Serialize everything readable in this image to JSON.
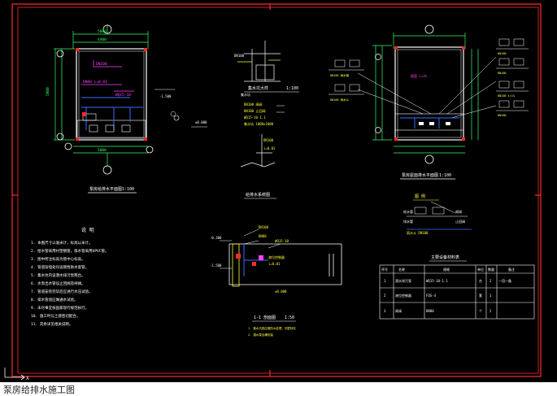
{
  "caption": "泵房给排水施工图",
  "colors": {
    "background": "#000000",
    "frame": "#ff2a2a",
    "lines": "#ffffff",
    "dims": "#33ff66",
    "pipes": "#3a6bff",
    "labels": "#ff40ff",
    "walls": "#ffff33"
  },
  "sheet": {
    "plan_title": "泵房给排水平面图",
    "plan_scale": "1:100",
    "detail_title": "集水坑大样",
    "roof_plan_title": "泵房屋面排水平面图",
    "roof_plan_scale": "1:100",
    "system_title": "给排水系统图",
    "section_title": "1-1 剖面图",
    "section_scale": "1:50",
    "notes_title": "说 明",
    "table_title": "主要设备材料表",
    "legend_title": "图 例"
  },
  "notes": [
    "1. 本图尺寸以毫米计，标高以米计。",
    "2. 给水管采用衬塑钢管，排水管采用UPVC管。",
    "3. 图中所注标高为管中心标高。",
    "4. 管道穿墙处均设刚性防水套管。",
    "5. 集水坑内设潜水排污泵两台。",
    "6. 水泵出水管设止回阀及闸阀。",
    "7. 管道安装完毕后应进行水压试验。",
    "8. 排水管道应做通水试验。",
    "9. 未尽事宜按国家现行规范执行。",
    "10. 施工时与土建密切配合。",
    "11. 其余详见相关说明。"
  ],
  "table": {
    "headers": [
      "序号",
      "名称",
      "规格",
      "单位",
      "数量",
      "备注"
    ],
    "rows": [
      [
        "1",
        "潜水排污泵",
        "WQ15-10-1.1",
        "台",
        "2",
        "一用一备"
      ],
      [
        "2",
        "液位控制器",
        "FQS-4",
        "套",
        "1",
        ""
      ],
      [
        "3",
        "闸阀",
        "DN80",
        "个",
        "2",
        ""
      ]
    ]
  },
  "ucs_label": "X"
}
